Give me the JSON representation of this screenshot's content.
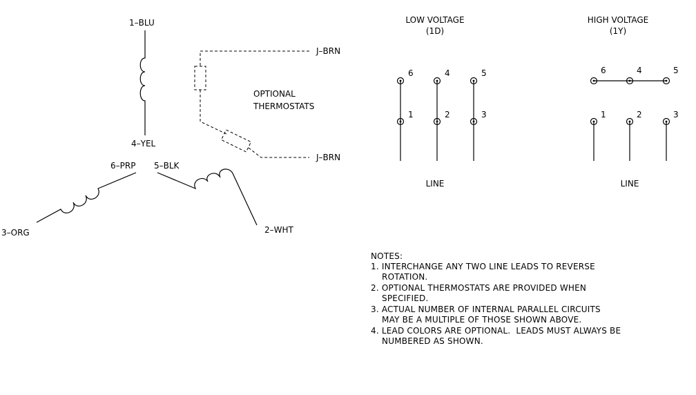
{
  "wye": {
    "lead_1": "1–BLU",
    "lead_4": "4–YEL",
    "lead_6": "6–PRP",
    "lead_5": "5–BLK",
    "lead_3": "3–ORG",
    "lead_2": "2–WHT"
  },
  "thermostat": {
    "lead_top": "J–BRN",
    "lead_bottom": "J–BRN",
    "label_line1": "OPTIONAL",
    "label_line2": "THERMOSTATS"
  },
  "low_voltage": {
    "title": "LOW VOLTAGE",
    "subtitle": "(1D)",
    "top_terminals": [
      "6",
      "4",
      "5"
    ],
    "bottom_terminals": [
      "1",
      "2",
      "3"
    ],
    "line_label": "LINE"
  },
  "high_voltage": {
    "title": "HIGH VOLTAGE",
    "subtitle": "(1Y)",
    "top_terminals": [
      "6",
      "4",
      "5"
    ],
    "bottom_terminals": [
      "1",
      "2",
      "3"
    ],
    "line_label": "LINE"
  },
  "notes": {
    "heading": "NOTES:",
    "items": [
      "1. INTERCHANGE ANY TWO LINE LEADS TO REVERSE\n    ROTATION.",
      "2. OPTIONAL THERMOSTATS ARE PROVIDED WHEN\n    SPECIFIED.",
      "3. ACTUAL NUMBER OF INTERNAL PARALLEL CIRCUITS\n    MAY BE A MULTIPLE OF THOSE SHOWN ABOVE.",
      "4. LEAD COLORS ARE OPTIONAL.  LEADS MUST ALWAYS BE\n    NUMBERED AS SHOWN."
    ]
  }
}
